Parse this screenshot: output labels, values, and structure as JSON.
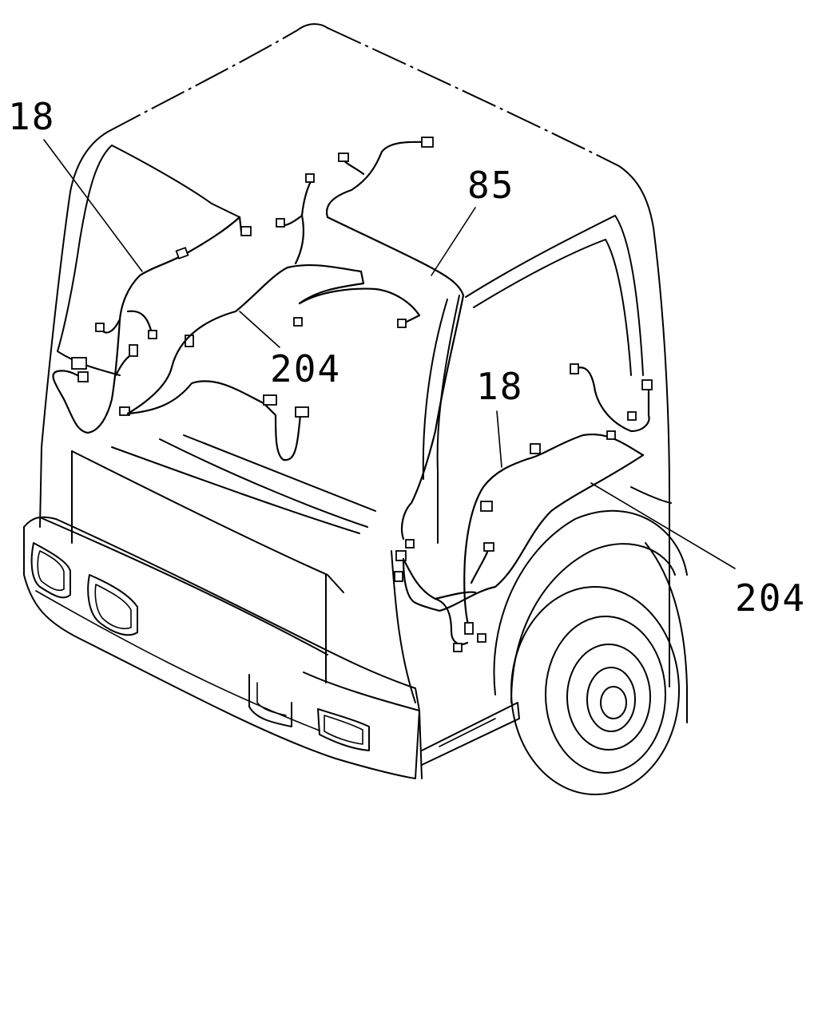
{
  "callouts": [
    {
      "id": "left-harness",
      "text": "18"
    },
    {
      "id": "roof-harness",
      "text": "85"
    },
    {
      "id": "left-wheelhouse",
      "text": "204"
    },
    {
      "id": "right-harness",
      "text": "18"
    },
    {
      "id": "right-wheelhouse",
      "text": "204"
    }
  ],
  "colors": {
    "line": "#000000",
    "background": "#ffffff"
  }
}
